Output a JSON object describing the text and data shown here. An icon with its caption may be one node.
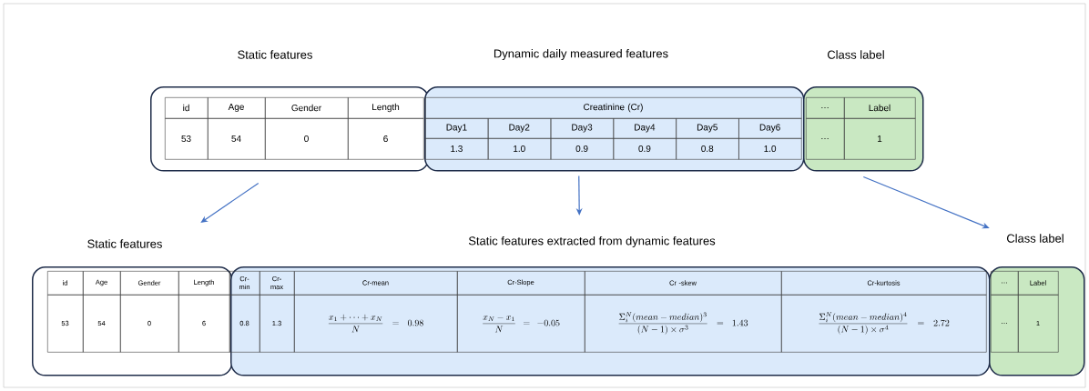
{
  "diagram": {
    "nodes": [
      {
        "text": [
          "Static features",
          "id",
          "Age",
          "Gender",
          "Length",
          "53",
          "54",
          "0",
          "6"
        ]
      },
      {
        "text": [
          "Dynamic daily measured features",
          "Creatinine (Cr)",
          "Day1",
          "Day2",
          "Day3",
          "Day4",
          "Day5",
          "Day6",
          "1.3",
          "1.0",
          "0.9",
          "0.9",
          "0.8",
          "1.0"
        ]
      },
      {
        "text": [
          "Class label",
          "…",
          "Label",
          "…",
          "1"
        ]
      },
      {
        "text": [
          "Static features",
          "id",
          "Age",
          "Gender",
          "Length",
          "53",
          "54",
          "0",
          "6"
        ]
      },
      {
        "text": [
          "Static features extracted from dynamic features",
          "Cr- min",
          "Cr- max",
          "Cr-mean",
          "Cr-Slope",
          "Cr -skew",
          "Cr-kurtosis",
          "0.8",
          "1.3",
          "\\frac{x_1+\\cdots+x_N}{N}=0.98",
          "\\frac{x_N-x_1}{N}=-0.05",
          "\\frac{\\Sigma_i^N(mean-median)^3}{(N-1)\\times\\sigma^3}=1.43",
          "\\frac{\\Sigma_i^N(mean-median)^4}{(N-1)\\times\\sigma^4}=2.72"
        ]
      },
      {
        "text": [
          "Class label",
          "…",
          "Label",
          "…",
          "1"
        ]
      }
    ],
    "edges": [
      {
        "from": 0,
        "to": 3,
        "arrow": "to"
      },
      {
        "from": 1,
        "to": 4,
        "arrow": "to"
      },
      {
        "from": 2,
        "to": 5,
        "arrow": "to"
      }
    ]
  }
}
